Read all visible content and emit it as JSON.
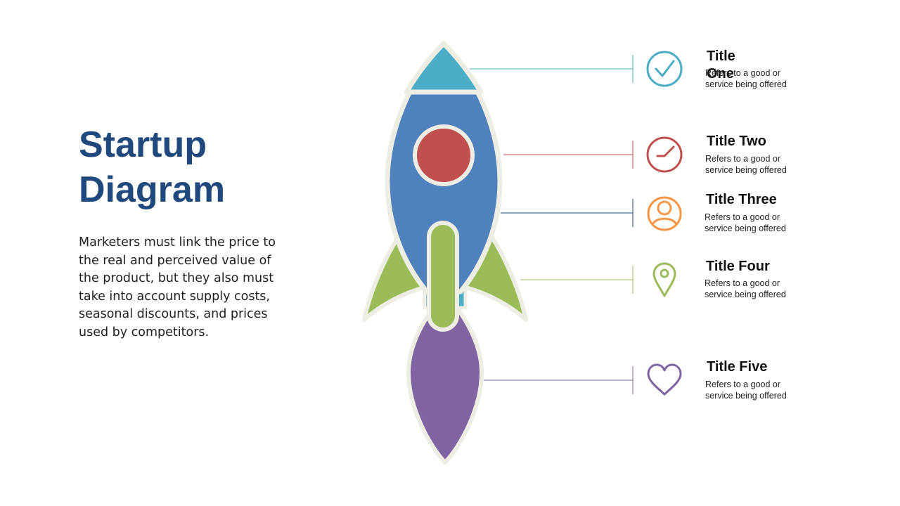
{
  "slide": {
    "title": "Startup Diagram",
    "description": "Marketers must link the price to the real and perceived value of the product, but they also must take into account supply costs, seasonal discounts, and prices used by competitors."
  },
  "items": [
    {
      "title": "Title One",
      "text": "Refers to a good or service being offered",
      "icon": "checkmark-circle-icon",
      "color": "#4BACC6"
    },
    {
      "title": "Title Two",
      "text": "Refers to a good or service being offered",
      "icon": "clock-icon",
      "color": "#C0504D"
    },
    {
      "title": "Title Three",
      "text": "Refers to a good or service being offered",
      "icon": "user-icon",
      "color": "#F79646"
    },
    {
      "title": "Title Four",
      "text": "Refers to a good or service being offered",
      "icon": "location-pin-icon",
      "color": "#9BBB59"
    },
    {
      "title": "Title Five",
      "text": "Refers to a good or service being offered",
      "icon": "heart-icon",
      "color": "#8064A2"
    }
  ],
  "colors": {
    "title": "#1F497D",
    "rocket_outline": "#EEEDE4",
    "rocket_body": "#4F81BD",
    "rocket_nose": "#4BACC6",
    "rocket_window": "#C0504D",
    "rocket_fins": "#9BBB59",
    "rocket_flame": "#8064A2"
  }
}
